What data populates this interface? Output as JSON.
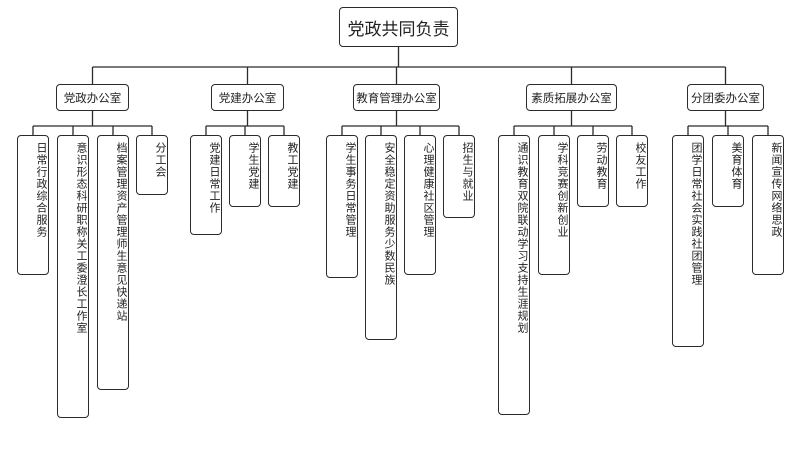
{
  "root": "党政共同负责",
  "colors": {
    "line": "#2b2b2b",
    "border": "#2b2b2b",
    "text": "#222222",
    "background": "#ffffff"
  },
  "departments": [
    {
      "name": "党政办公室",
      "items": [
        [
          "日常行政",
          "综合服务"
        ],
        [
          "意识形态",
          "科研职称",
          "关工委",
          "澄长工作室"
        ],
        [
          "档案管理",
          "资产管理",
          "师生意见快递站"
        ],
        [
          "分工会"
        ]
      ]
    },
    {
      "name": "党建办公室",
      "items": [
        [
          "党建日常工作"
        ],
        [
          "学生党建"
        ],
        [
          "教工党建"
        ]
      ]
    },
    {
      "name": "教育管理办公室",
      "items": [
        [
          "学生事务",
          "日常管理"
        ],
        [
          "安全稳定",
          "资助服务",
          "少数民族"
        ],
        [
          "心理健康",
          "社区管理"
        ],
        [
          "招生与就业"
        ]
      ]
    },
    {
      "name": "素质拓展办公室",
      "items": [
        [
          "通识教育",
          "双院联动",
          "学习支持",
          "生涯规划"
        ],
        [
          "学科竞赛",
          "创新创业"
        ],
        [
          "劳动教育"
        ],
        [
          "校友工作"
        ]
      ]
    },
    {
      "name": "分团委办公室",
      "items": [
        [
          "团学日常",
          "社会实践",
          "社团管理"
        ],
        [
          "美育体育"
        ],
        [
          "新闻宣传",
          "网络思政"
        ]
      ]
    }
  ]
}
